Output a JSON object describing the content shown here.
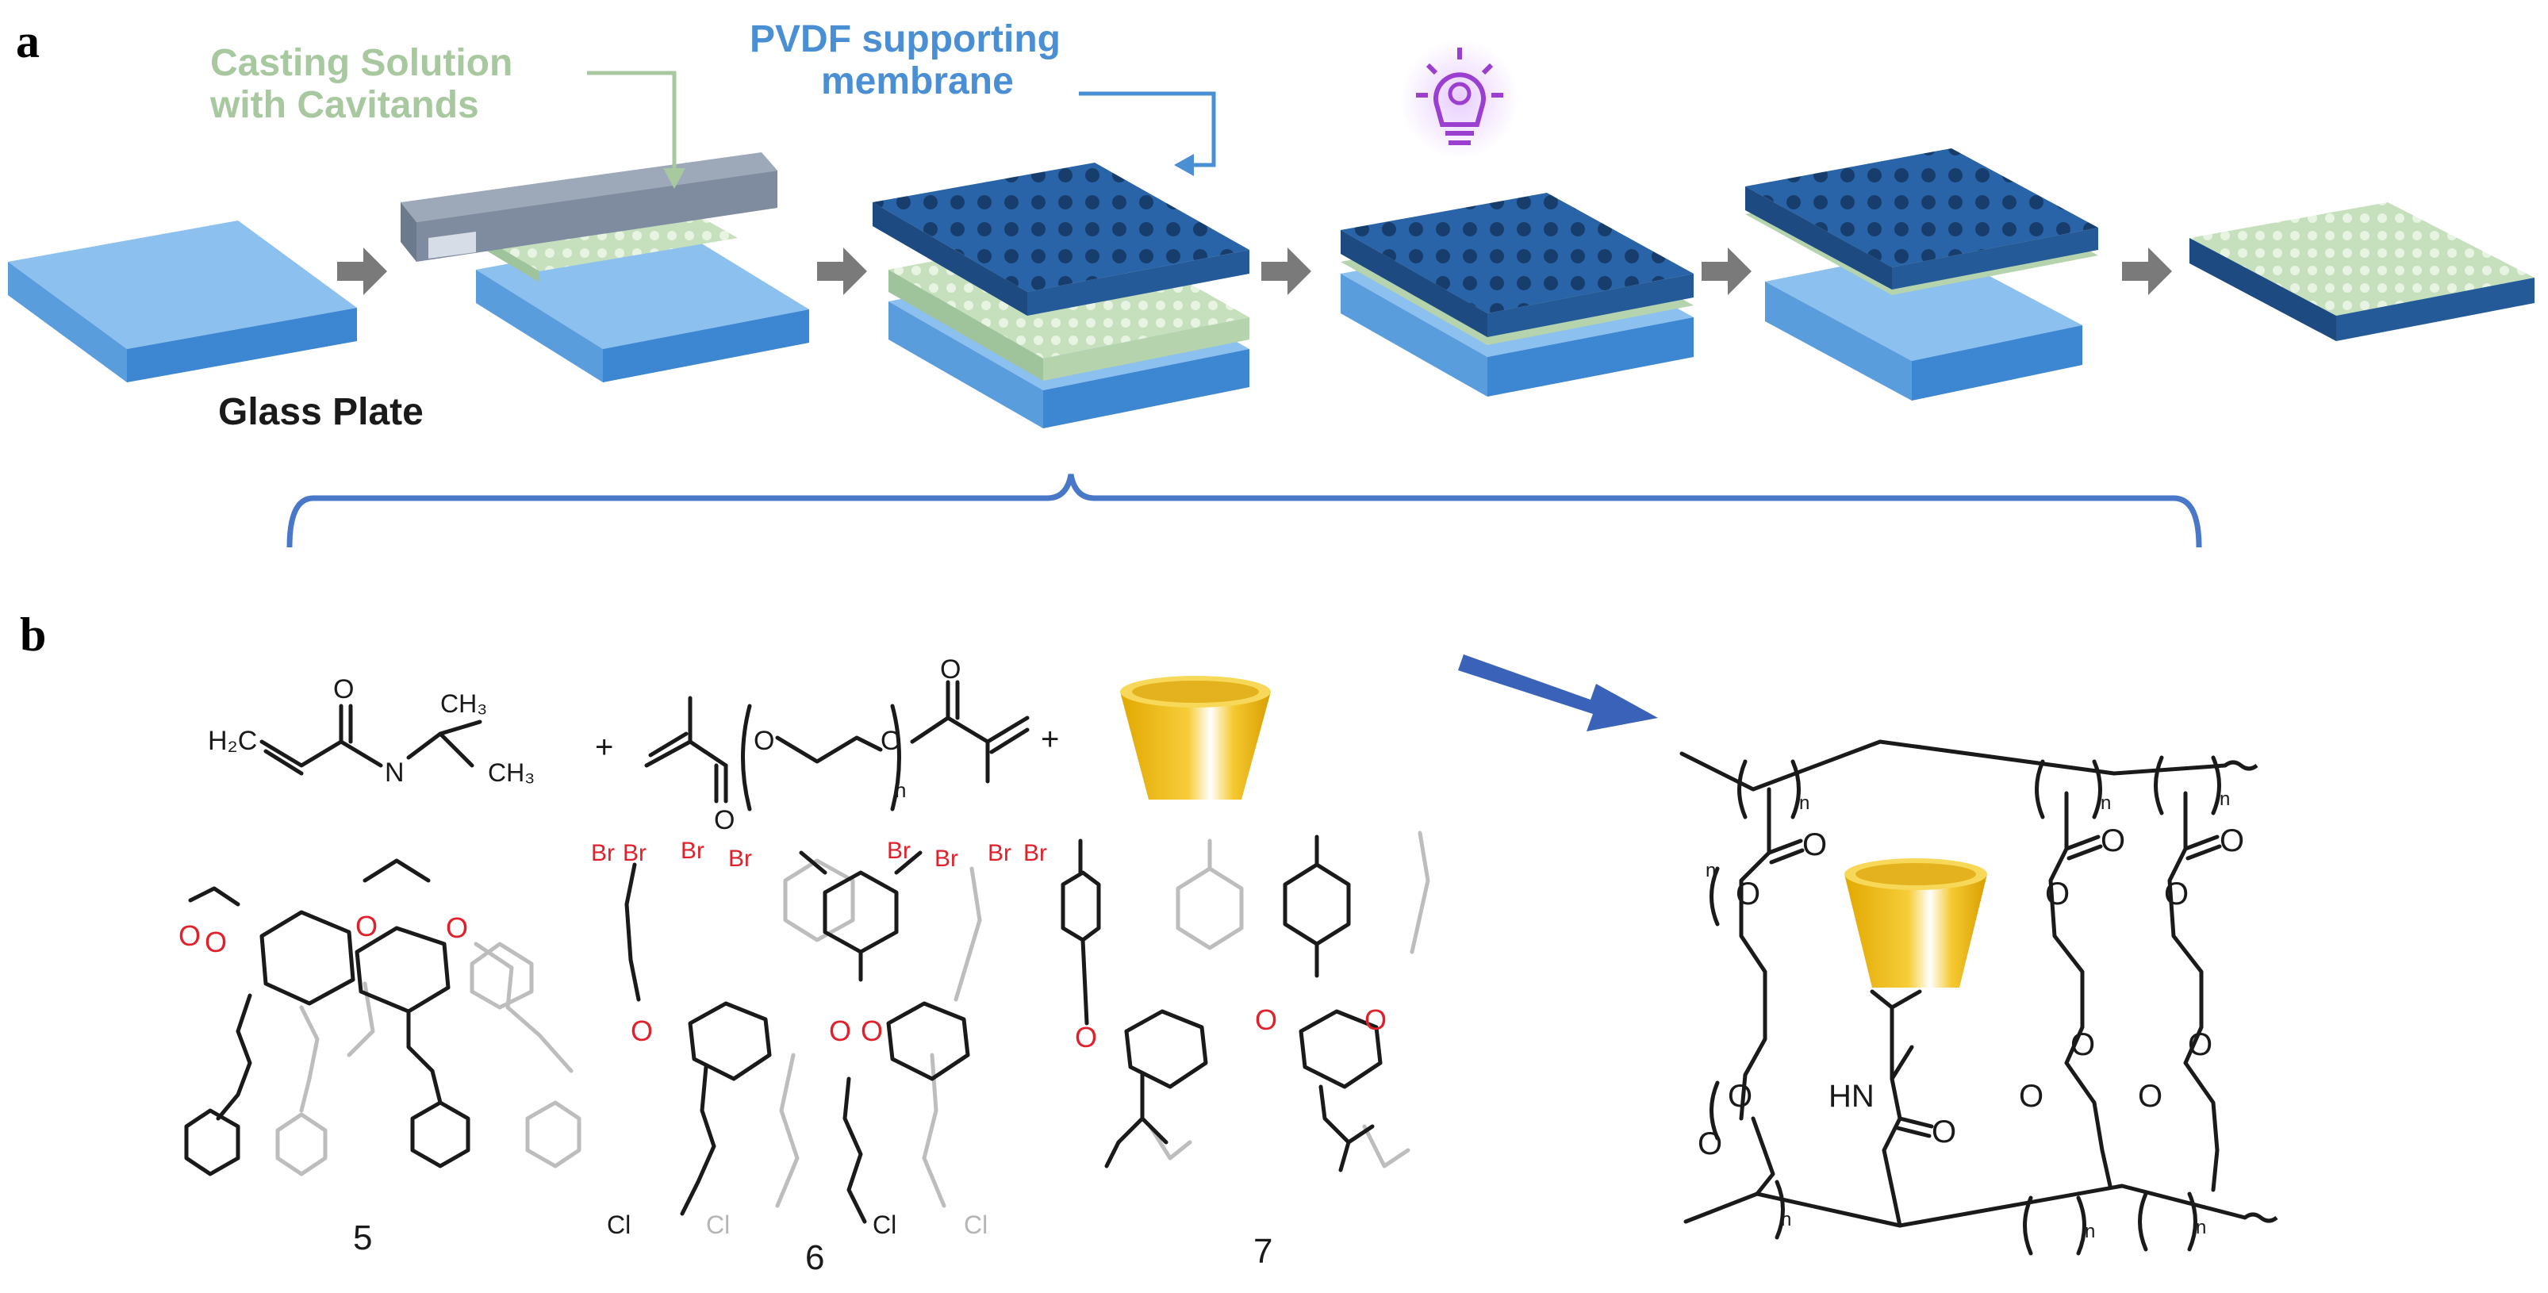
{
  "panels": {
    "a": "a",
    "b": "b"
  },
  "labels": {
    "casting_line1": "Casting Solution",
    "casting_line2": "with Cavitands",
    "pvdf_line1": "PVDF supporting",
    "pvdf_line2": "membrane",
    "glass": "Glass Plate"
  },
  "chem": {
    "h2c": "H₂C",
    "o": "O",
    "n": "N",
    "ch3": "CH₃",
    "plus": "+",
    "n_sub": "n",
    "hn": "HN",
    "br": "Br",
    "cl": "Cl"
  },
  "compounds": {
    "c5": "5",
    "c6": "6",
    "c7": "7"
  },
  "colors": {
    "glass_top": "#7fb8ec",
    "glass_side": "#4a90d8",
    "pvdf": "#2a64a8",
    "pvdf_dark": "#1d4a80",
    "cavitand_film": "#b8d8b0",
    "arrow_gray": "#7a7a7a",
    "bracket": "#4a78c8",
    "big_arrow": "#3a62b8",
    "cup": "#f2c12e",
    "lamp": "#9b3fd0"
  }
}
